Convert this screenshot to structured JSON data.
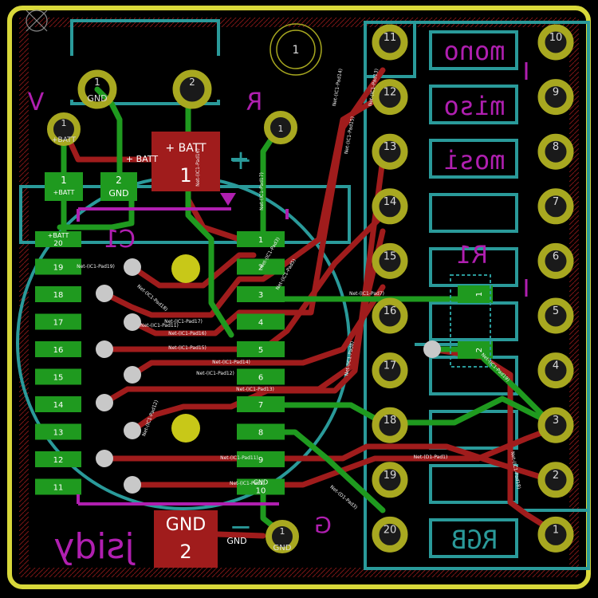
{
  "colors": {
    "board_bg": "#000000",
    "outline": "#d8d83a",
    "copper_front": "#a01c1c",
    "copper_back": "#1f9a1f",
    "silk_front": "#b01fb0",
    "silk_back": "#2a9a9a",
    "pad_ring": "#a8a820",
    "pad_hole": "#1a1a1a",
    "via": "#c8c8c8",
    "net_label": "#f2f2f2"
  },
  "header_left": {
    "pins": [
      "11",
      "12",
      "13",
      "14",
      "15",
      "16",
      "17",
      "18",
      "19",
      "20"
    ]
  },
  "header_right": {
    "pins": [
      "10",
      "9",
      "8",
      "7",
      "6",
      "5",
      "4",
      "3",
      "2",
      "1"
    ]
  },
  "silk_labels": {
    "mono": "mono",
    "miso": "miso",
    "mosi": "mosi",
    "rgb": "RGB",
    "jsidy": "jsidy",
    "r1": "R1",
    "c1": "C1",
    "v": "V",
    "r": "R",
    "g": "G",
    "plus": "+",
    "minus": "−"
  },
  "top_connector": {
    "pad1": "1",
    "pad1_label": "GND",
    "pad2": "2",
    "mount_hole": "1"
  },
  "battery": {
    "plus_label": "+ BATT",
    "plus_num": "1",
    "gnd_label": "GND",
    "gnd_num": "2",
    "trace_batt": "+ BATT",
    "trace_gnd": "GND"
  },
  "small_pads": {
    "left_top": "1",
    "left_top_label": "+BATT",
    "pad_a_num": "1",
    "pad_a_label": "+BATT",
    "pad_b_num": "2",
    "pad_b_label": "GND",
    "gnd_bottom_num": "1",
    "gnd_bottom_label": "GND",
    "r_pad": "1"
  },
  "ic": {
    "left_pins": [
      "20",
      "19",
      "18",
      "17",
      "16",
      "15",
      "14",
      "13",
      "12",
      "11"
    ],
    "right_pins": [
      "1",
      "2",
      "3",
      "4",
      "5",
      "6",
      "7",
      "8",
      "9",
      "10"
    ],
    "pin20_label": "+BATT",
    "pin10_label": "GND"
  },
  "resistor": {
    "pad1": "1",
    "pad2": "2"
  },
  "nets": [
    "Net-(IC1-Pad19)",
    "Net-(IC1-Pad18)",
    "Net-(IC1-Pad17)",
    "Net-(IC1-Pad16)",
    "Net-(IC1-Pad15)",
    "Net-(IC1-Pad14)",
    "Net-(IC1-Pad13)",
    "Net-(IC1-Pad12)",
    "Net-(IC1-Pad11)",
    "Net-(IC1-Pad2)",
    "Net-(IC1-Pad3)",
    "Net-(IC1-Pad5)",
    "Net-(IC1-Pad7)",
    "Net-(IC1-Pad8)",
    "Net-(D1-Pad1)",
    "Net-(D1-Pad3)"
  ]
}
